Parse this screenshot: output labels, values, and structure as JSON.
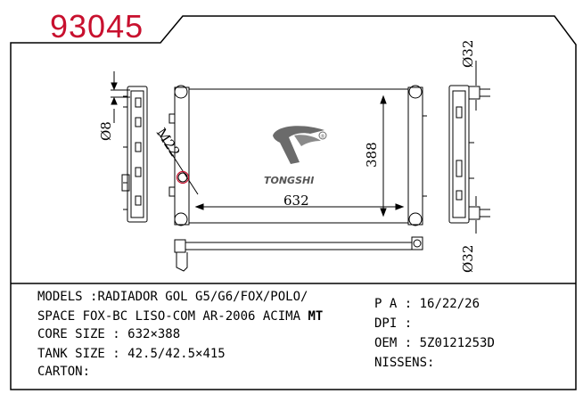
{
  "part_number": "93045",
  "drawing": {
    "dimensions": {
      "width": "632",
      "height": "388",
      "pipe_left": "Ø8",
      "thread": "M22",
      "pipe_top_right": "Ø32",
      "pipe_bottom_right": "Ø32"
    },
    "logo": {
      "text": "TONGSHI",
      "mark": "®"
    }
  },
  "specs": {
    "models": {
      "label": "MODELS",
      "line1": "RADIADOR GOL G5/G6/FOX/POLO/",
      "line2": "SPACE FOX-BC LISO-COM AR-2006 ACIMA",
      "tag": "MT"
    },
    "core_size": {
      "label": "CORE SIZE",
      "value": "632×388"
    },
    "tank_size": {
      "label": "TANK SIZE",
      "value": "42.5/42.5×415"
    },
    "carton": {
      "label": "CARTON:",
      "value": ""
    },
    "pa": {
      "label": "P A",
      "value": "16/22/26"
    },
    "dpi": {
      "label": "DPI",
      "value": ""
    },
    "oem": {
      "label": "OEM",
      "value": "5Z0121253D"
    },
    "nissens": {
      "label": "NISSENS:",
      "value": ""
    }
  }
}
